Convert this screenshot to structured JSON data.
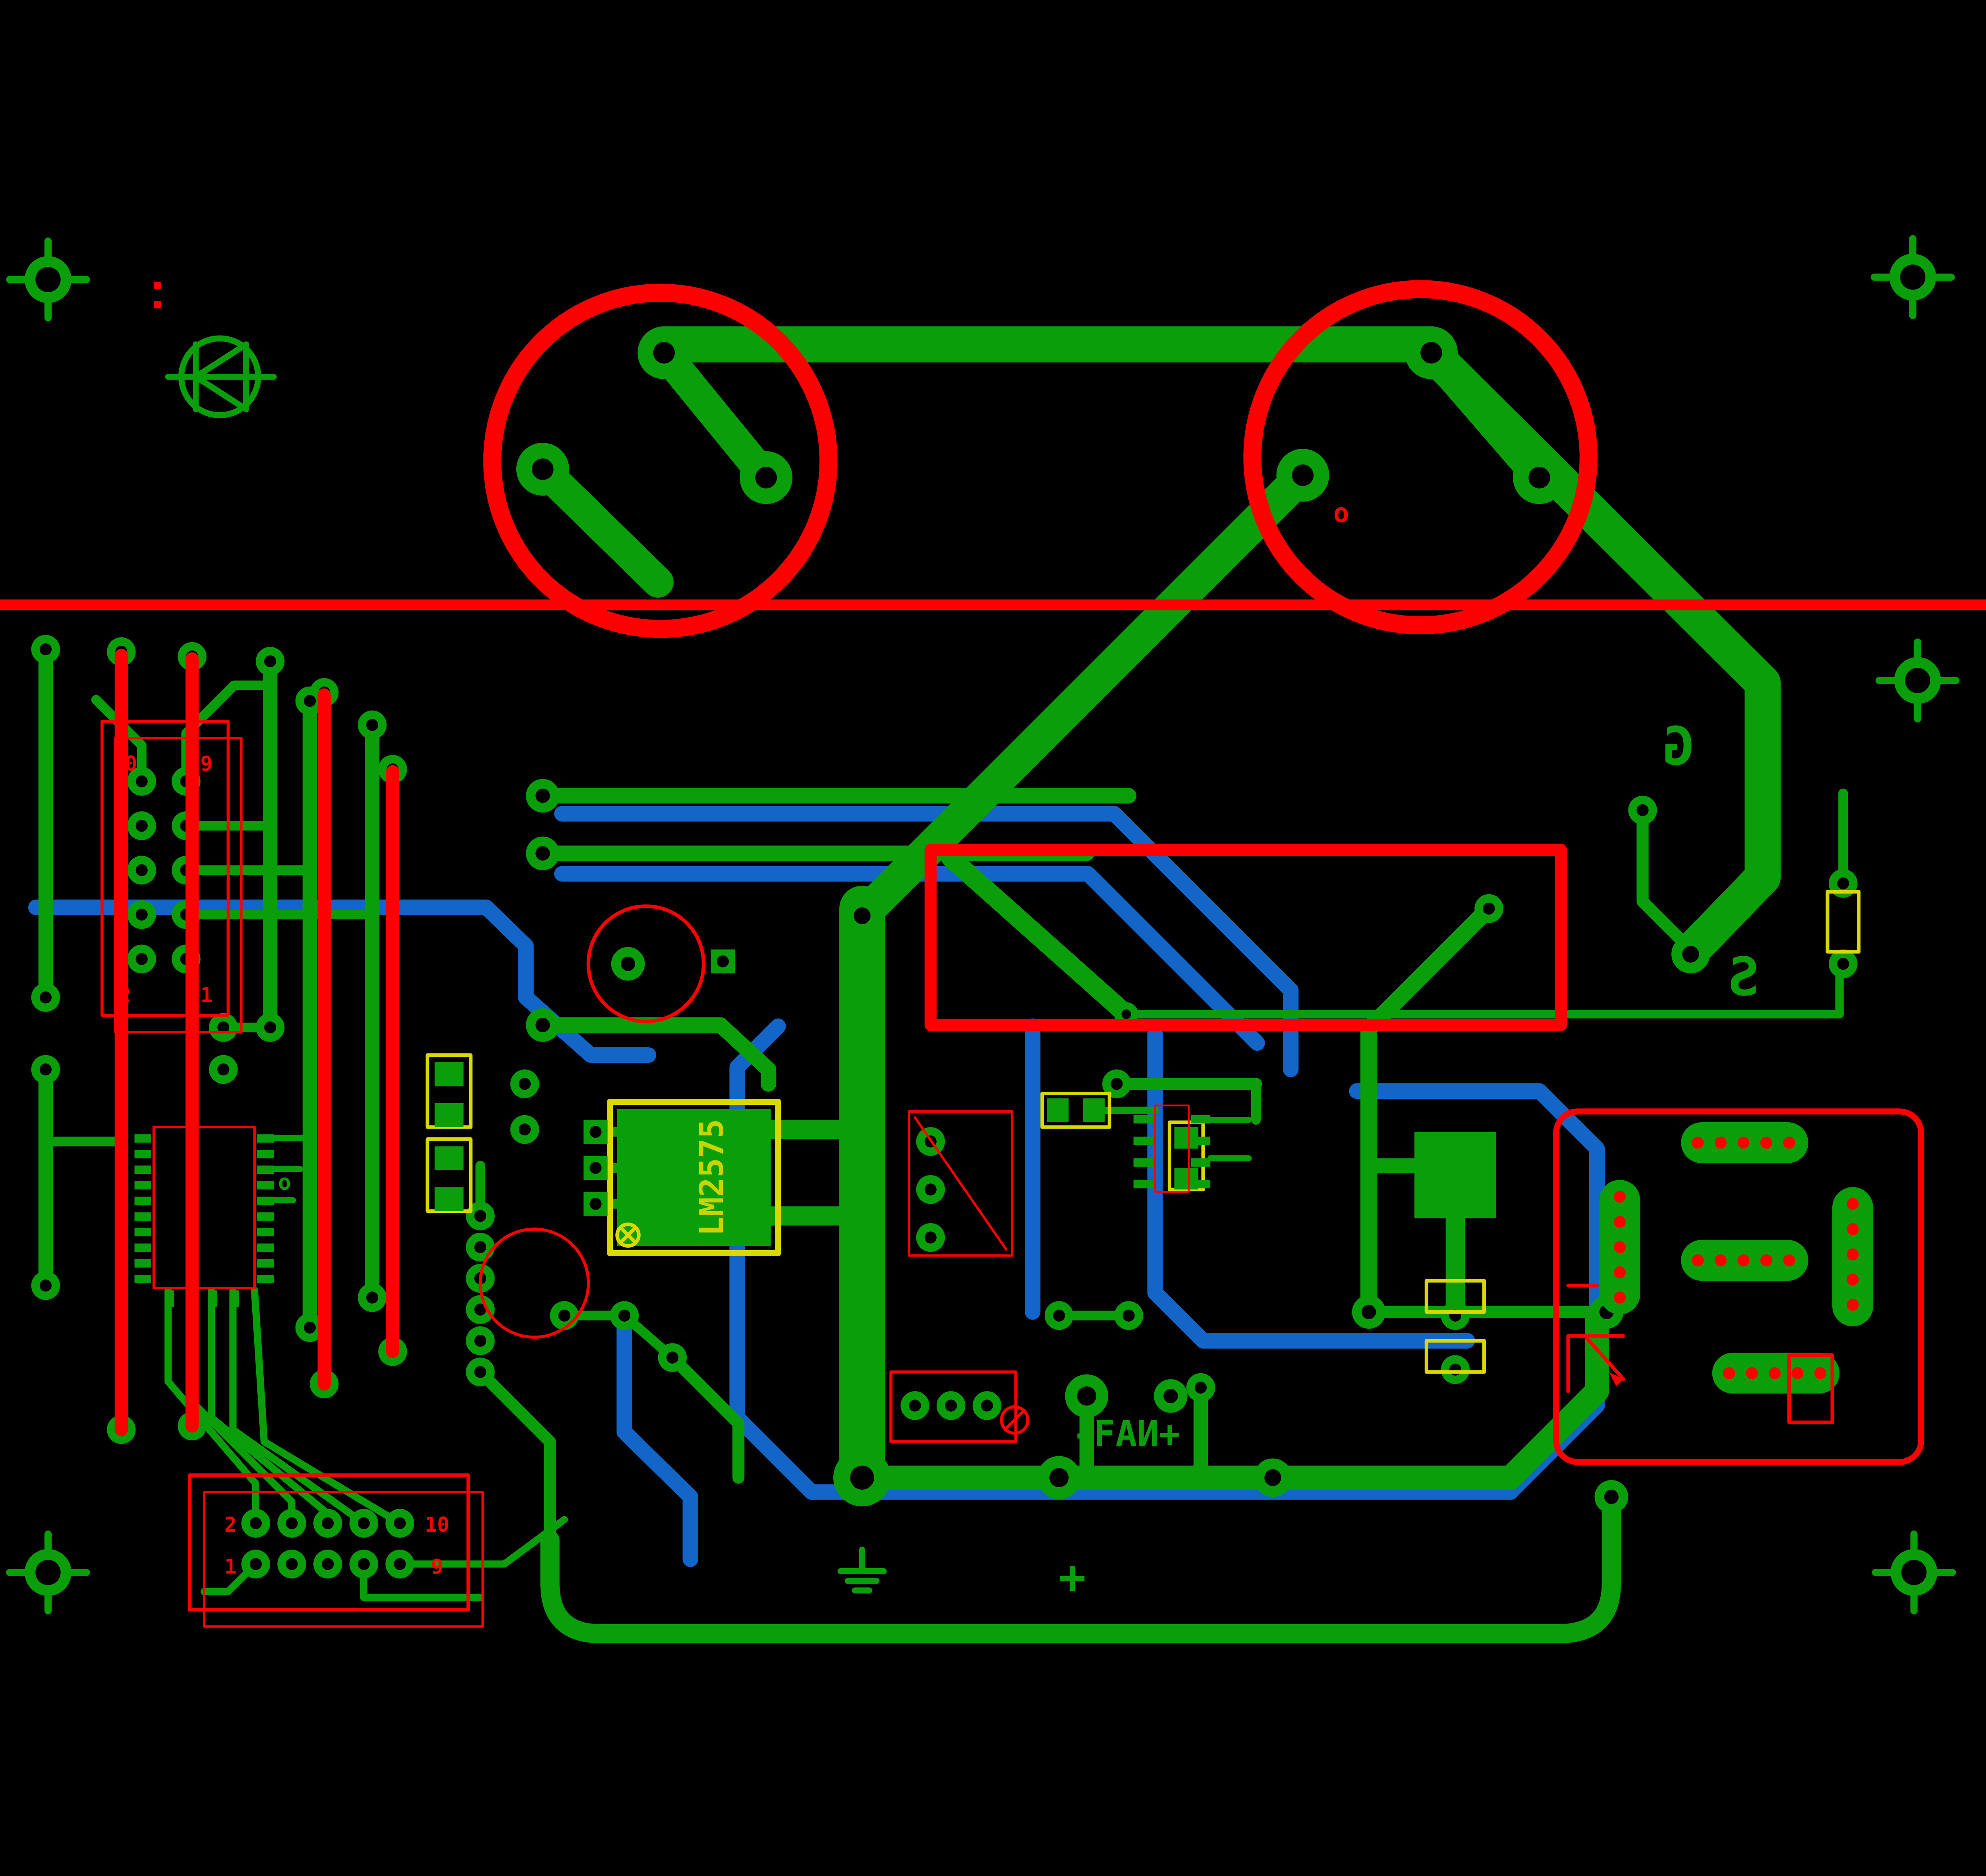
{
  "colors": {
    "bg": "#000000",
    "green": "#0b9e0b",
    "blue": "#1465c8",
    "red": "#ff0000",
    "yellow": "#d9d900",
    "yellowgreen": "#c8d400"
  },
  "labels": {
    "lm2575": "LM2575",
    "fan": "-FAИ+",
    "gate": "G",
    "source": "S",
    "plus": "+",
    "o_red": "o",
    "o_green": "o"
  },
  "header_top": {
    "pin10": "10",
    "pin9": "9",
    "pin2": "2",
    "pin1": "1"
  },
  "header_bottom": {
    "pin2": "2",
    "pin1": "1",
    "pin10": "10",
    "pin9": "9"
  }
}
